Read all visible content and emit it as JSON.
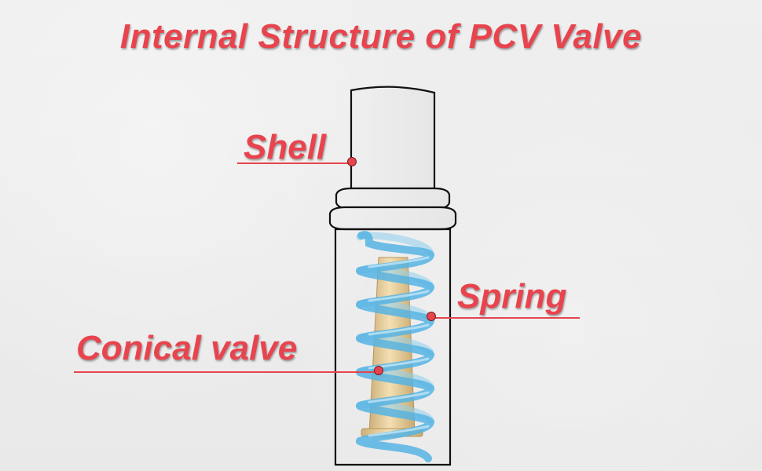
{
  "title": "Internal Structure of PCV Valve",
  "labels": {
    "shell": "Shell",
    "spring": "Spring",
    "conical_valve": "Conical valve"
  },
  "colors": {
    "label_red": "#e8444e",
    "outline": "#111111",
    "spring_blue": "#5ab7e6",
    "valve_tan": "#e2c78f",
    "background": "#ececec"
  }
}
